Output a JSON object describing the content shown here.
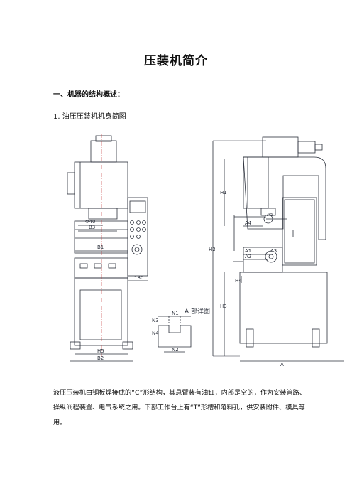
{
  "document": {
    "title": "压装机简介",
    "section_heading": "一、机器的结构概述：",
    "subsection_heading": "1. 油压压装机机身简图",
    "paragraph_lines": [
      "液压压装机由钢板焊接成的“C”形结构，其悬臂装有油缸，内部是空的，作为安装管路、",
      "操纵阀程装置、电气系统之用。下部工作台上有“T”形槽和落料孔，供安装附件、模具等",
      "用。"
    ]
  },
  "drawing": {
    "detail_label": "A 部详图",
    "dims": {
      "d40": "Φ40",
      "b3": "B3",
      "b2": "B2",
      "d180": "180",
      "h1": "H1",
      "b1": "B1",
      "h2": "H2",
      "h3": "H3",
      "h4": "H4",
      "h5": "H5",
      "a1": "A1",
      "a2": "A2",
      "a3": "A3",
      "a4": "A4",
      "a5": "A5",
      "a": "A",
      "n1": "N1",
      "n2": "N2",
      "n3": "N3",
      "n4": "N4"
    }
  }
}
